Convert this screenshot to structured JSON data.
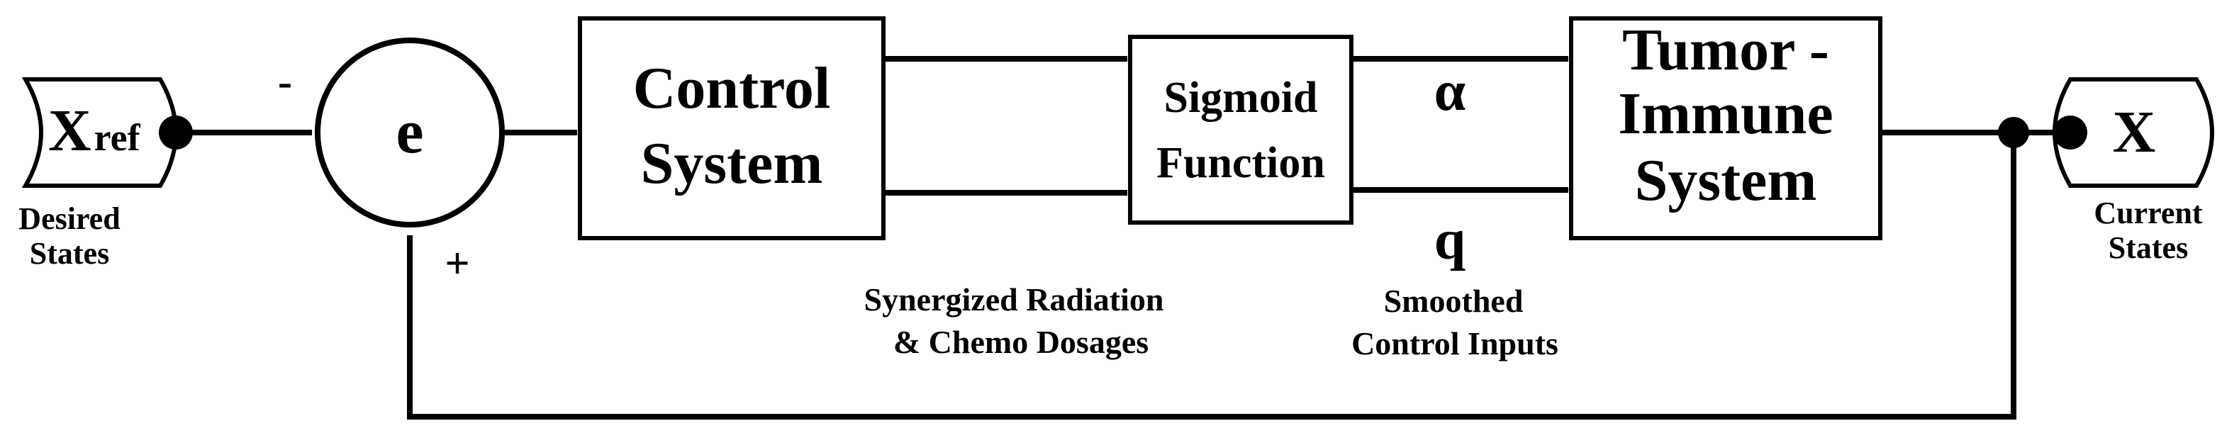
{
  "input": {
    "symbol_main": "X",
    "symbol_sub": "ref",
    "label_line1": "Desired",
    "label_line2": "States"
  },
  "summing": {
    "symbol": "e",
    "minus_sign": "-",
    "plus_sign": "+"
  },
  "control_system": {
    "line1": "Control",
    "line2": "System"
  },
  "dosage_label": {
    "line1": "Synergized Radiation",
    "line2": "& Chemo Dosages"
  },
  "sigmoid": {
    "line1": "Sigmoid",
    "line2": "Function"
  },
  "signals": {
    "alpha": "α",
    "q": "q"
  },
  "smoothed_label": {
    "line1": "Smoothed",
    "line2": "Control Inputs"
  },
  "tumor": {
    "line1": "Tumor -",
    "line2": "Immune",
    "line3": "System"
  },
  "output": {
    "symbol": "X",
    "label_line1": "Current",
    "label_line2": "States"
  }
}
